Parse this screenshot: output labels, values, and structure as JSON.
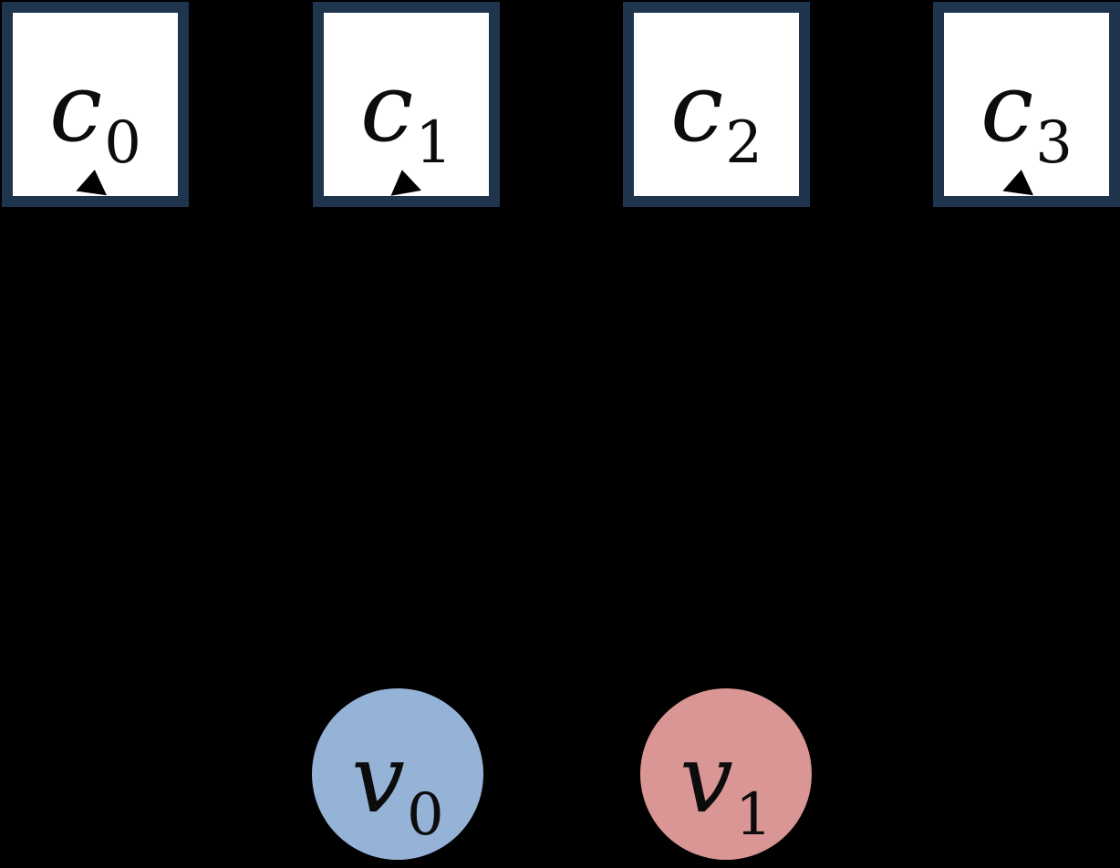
{
  "diagram": {
    "type": "factor-graph",
    "background_color": "#000000",
    "check_nodes": [
      {
        "id": "c0",
        "base": "c",
        "sub": "0",
        "fill": "#ffffff",
        "border_color": "#1f354e",
        "has_arrowhead": true
      },
      {
        "id": "c1",
        "base": "c",
        "sub": "1",
        "fill": "#ffffff",
        "border_color": "#1f354e",
        "has_arrowhead": true
      },
      {
        "id": "c2",
        "base": "c",
        "sub": "2",
        "fill": "#ffffff",
        "border_color": "#1f354e",
        "has_arrowhead": false
      },
      {
        "id": "c3",
        "base": "c",
        "sub": "3",
        "fill": "#ffffff",
        "border_color": "#1f354e",
        "has_arrowhead": true
      }
    ],
    "variable_nodes": [
      {
        "id": "v0",
        "base": "v",
        "sub": "0",
        "fill": "#95b3d7"
      },
      {
        "id": "v1",
        "base": "v",
        "sub": "1",
        "fill": "#d99694"
      }
    ],
    "edge_color": "#000000"
  }
}
